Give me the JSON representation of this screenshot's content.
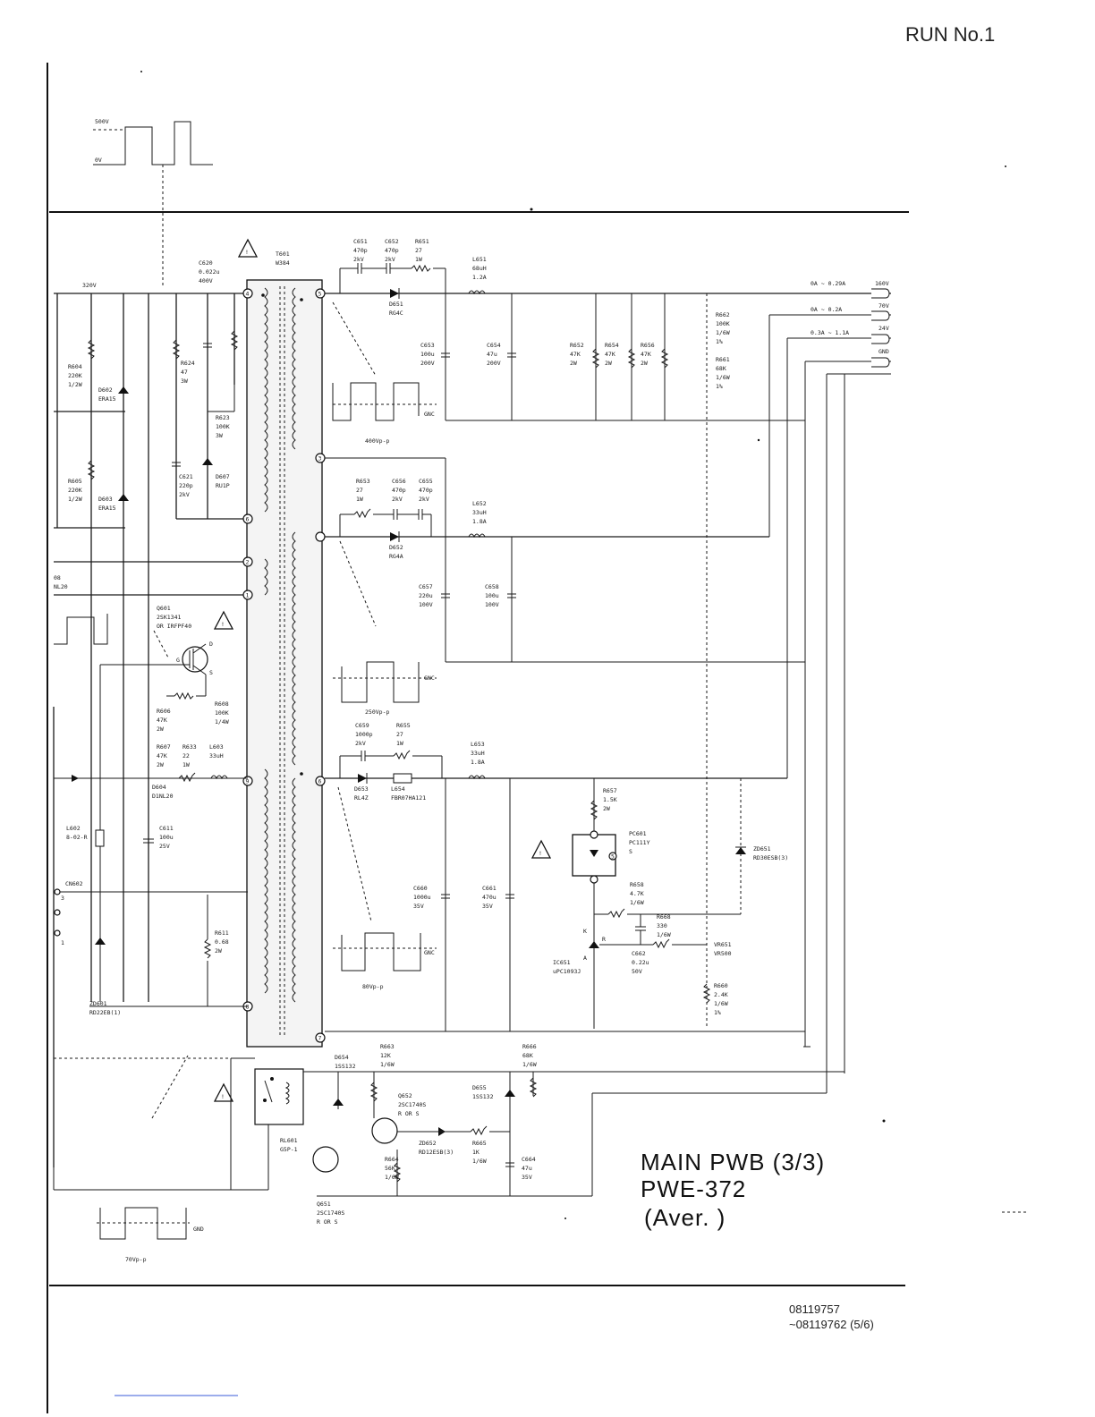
{
  "header": {
    "run": "RUN No.1"
  },
  "title_block": {
    "line1": "MAIN PWB (3/3)",
    "line2": "PWE-372",
    "line3": "(Aver. )",
    "drawing_no_1": "08119757",
    "drawing_no_2": "~08119762 (5/6)"
  },
  "waveforms": {
    "top_hi": "500V",
    "top_lo": "0V",
    "w1": "400Vp-p",
    "w2": "250Vp-p",
    "w3": "80Vp-p",
    "w4": "70Vp-p",
    "gnd": "GNC",
    "gnd2": "GND"
  },
  "rail": {
    "label": "320V"
  },
  "outputs": [
    {
      "current": "0A ~ 0.29A",
      "voltage": "160V"
    },
    {
      "current": "0A ~ 0.2A",
      "voltage": "70V"
    },
    {
      "current": "0.3A ~ 1.1A",
      "voltage": "24V"
    },
    {
      "current": "",
      "voltage": "GND"
    }
  ],
  "components": {
    "T601": [
      "T601",
      "W384"
    ],
    "C620": [
      "C620",
      "0.022u",
      "400V"
    ],
    "C651": [
      "C651",
      "470p",
      "2kV"
    ],
    "C652": [
      "C652",
      "470p",
      "2kV"
    ],
    "R651": [
      "R651",
      "27",
      "1W"
    ],
    "L651": [
      "L651",
      "68uH",
      "1.2A"
    ],
    "D651": [
      "D651",
      "RG4C"
    ],
    "C653": [
      "C653",
      "100u",
      "200V"
    ],
    "C654": [
      "C654",
      "47u",
      "200V"
    ],
    "R652": [
      "R652",
      "47K",
      "2W"
    ],
    "R654": [
      "R654",
      "47K",
      "2W"
    ],
    "R656": [
      "R656",
      "47K",
      "2W"
    ],
    "R662": [
      "R662",
      "100K",
      "1/6W",
      "1%"
    ],
    "R661": [
      "R661",
      "68K",
      "1/6W",
      "1%"
    ],
    "R604": [
      "R604",
      "220K",
      "1/2W"
    ],
    "D602": [
      "D602",
      "ERA15"
    ],
    "R624": [
      "R624",
      "47",
      "3W"
    ],
    "R623": [
      "R623",
      "100K",
      "3W"
    ],
    "C621": [
      "C621",
      "220p",
      "2kV"
    ],
    "D607": [
      "D607",
      "RU1P"
    ],
    "R605": [
      "R605",
      "220K",
      "1/2W"
    ],
    "D603": [
      "D603",
      "ERA15"
    ],
    "R653": [
      "R653",
      "27",
      "1W"
    ],
    "C656": [
      "C656",
      "470p",
      "2kV"
    ],
    "C655": [
      "C655",
      "470p",
      "2kV"
    ],
    "L652": [
      "L652",
      "33uH",
      "1.8A"
    ],
    "D652": [
      "D652",
      "RG4A"
    ],
    "C657": [
      "C657",
      "220u",
      "100V"
    ],
    "C658": [
      "C658",
      "100u",
      "100V"
    ],
    "D608": [
      "08",
      "NL20"
    ],
    "Q601": [
      "Q601",
      "2SK1341",
      "OR IRFPF40"
    ],
    "R606": [
      "R606",
      "47K",
      "2W"
    ],
    "R608": [
      "R608",
      "100K",
      "1/4W"
    ],
    "R607": [
      "R607",
      "47K",
      "2W"
    ],
    "R633": [
      "R633",
      "22",
      "1W"
    ],
    "L603": [
      "L603",
      "33uH"
    ],
    "D604": [
      "D604",
      "D1NL20"
    ],
    "C659": [
      "C659",
      "1000p",
      "2kV"
    ],
    "R655": [
      "R655",
      "27",
      "1W"
    ],
    "L653": [
      "L653",
      "33uH",
      "1.8A"
    ],
    "D653": [
      "D653",
      "RL4Z"
    ],
    "L654": [
      "L654",
      "FBR07HA121"
    ],
    "R657": [
      "R657",
      "1.5K",
      "2W"
    ],
    "PC601": [
      "PC601",
      "PC111Y",
      "S"
    ],
    "ZD651": [
      "ZD651",
      "RD30ESB(3)"
    ],
    "L602": [
      "L602",
      "8-02-R"
    ],
    "C611": [
      "C611",
      "100u",
      "25V"
    ],
    "CN602": [
      "CN602"
    ],
    "C660": [
      "C660",
      "1000u",
      "35V"
    ],
    "C661": [
      "C661",
      "470u",
      "35V"
    ],
    "R658": [
      "R658",
      "4.7K",
      "1/6W"
    ],
    "R668": [
      "R668",
      "330",
      "1/6W"
    ],
    "R611": [
      "R611",
      "0.68",
      "2W"
    ],
    "IC651": [
      "IC651",
      "uPC1093J"
    ],
    "C662": [
      "C662",
      "0.22u",
      "50V"
    ],
    "VR651": [
      "VR651",
      "VR500"
    ],
    "R660": [
      "R660",
      "2.4K",
      "1/6W",
      "1%"
    ],
    "ZD601": [
      "ZD601",
      "RD22EB(1)"
    ],
    "D654": [
      "D654",
      "1SS132"
    ],
    "R663": [
      "R663",
      "12K",
      "1/6W"
    ],
    "R666": [
      "R666",
      "68K",
      "1/6W"
    ],
    "Q652": [
      "Q652",
      "2SC1740S",
      "R OR S"
    ],
    "D655": [
      "D655",
      "1SS132"
    ],
    "RL601": [
      "RL601",
      "G5P-1"
    ],
    "R664": [
      "R664",
      "56K",
      "1/6W"
    ],
    "ZD652": [
      "ZD652",
      "RD12ESB(3)"
    ],
    "R665": [
      "R665",
      "1K",
      "1/6W"
    ],
    "C664": [
      "C664",
      "47u",
      "35V"
    ],
    "Q651": [
      "Q651",
      "2SC1740S",
      "R OR S"
    ]
  },
  "pins": [
    "4",
    "5",
    "6",
    "1",
    "2",
    "3",
    "9",
    "6",
    "8",
    "7",
    "3",
    "1"
  ],
  "misc": {
    "ic_k": "K",
    "ic_a": "A",
    "ic_r": "R",
    "q_d": "D",
    "q_g": "G",
    "q_s": "S",
    "pin3": "3",
    "pin1": "1",
    "pc5": "5"
  }
}
